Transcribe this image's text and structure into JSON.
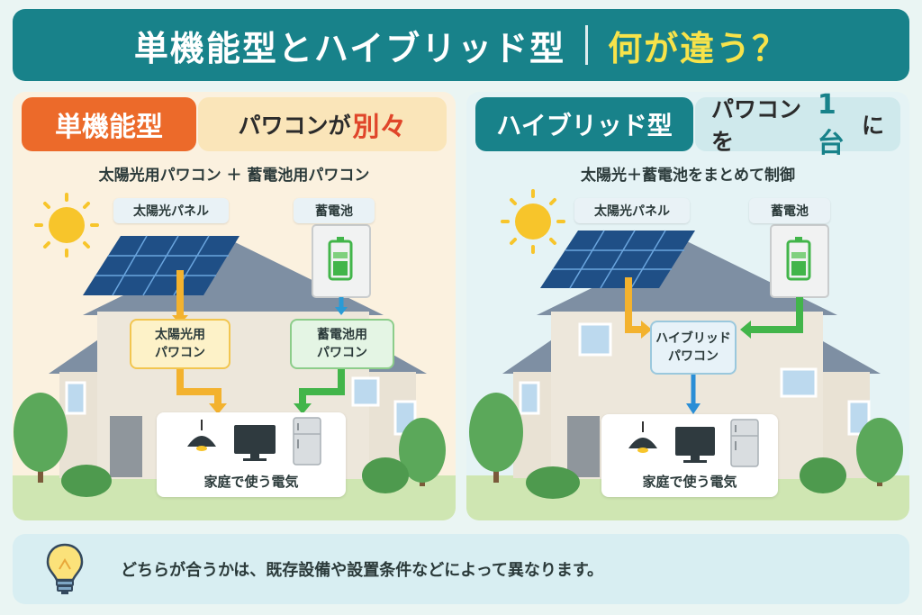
{
  "title": {
    "main": "単機能型とハイブリッド型",
    "sub": "何が違う？"
  },
  "left": {
    "tag": "単機能型",
    "headline_pre": "パワコンが",
    "headline_accent": "別々",
    "description": "太陽光用パワコン ＋ 蓄電池用パワコン",
    "solar_chip": "太陽光パネル",
    "battery_chip": "蓄電池",
    "solar_pcs": "太陽光用\nパワコン",
    "battery_pcs": "蓄電池用\nパワコン",
    "home_label": "家庭で使う電気"
  },
  "right": {
    "tag": "ハイブリッド型",
    "headline_pre": "パワコンを",
    "headline_accent": "1台",
    "headline_post": "に",
    "description": "太陽光＋蓄電池をまとめて制御",
    "solar_chip": "太陽光パネル",
    "battery_chip": "蓄電池",
    "hybrid_pcs": "ハイブリッド\nパワコン",
    "home_label": "家庭で使う電気"
  },
  "footer": {
    "note": "どちらが合うかは、既存設備や設置条件などによって異なります。"
  },
  "colors": {
    "title_bg": "#18828a",
    "title_accent": "#f7e34a",
    "single_tag": "#ec6a2a",
    "hybrid_tag": "#18828a",
    "solar_flow": "#f3b22e",
    "battery_flow": "#42b54a",
    "hybrid_flow": "#2a8ed6"
  }
}
